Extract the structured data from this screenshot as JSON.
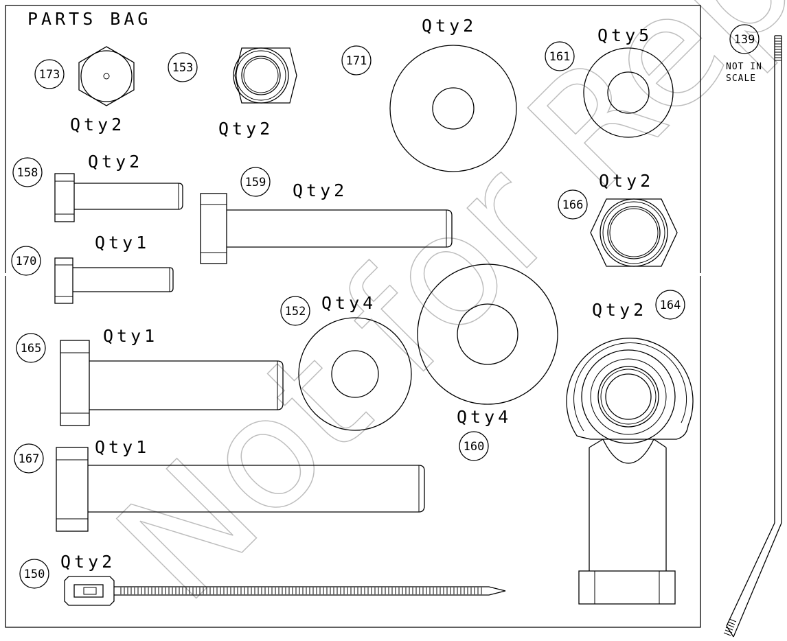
{
  "title": "PARTS BAG",
  "watermark": "Not for Repro",
  "scale_note": [
    "NOT IN",
    "SCALE"
  ],
  "parts": [
    {
      "id": "173",
      "qty": "Qty2"
    },
    {
      "id": "153",
      "qty": "Qty2"
    },
    {
      "id": "171",
      "qty": "Qty2"
    },
    {
      "id": "161",
      "qty": "Qty5"
    },
    {
      "id": "139",
      "qty": ""
    },
    {
      "id": "158",
      "qty": "Qty2"
    },
    {
      "id": "159",
      "qty": "Qty2"
    },
    {
      "id": "166",
      "qty": "Qty2"
    },
    {
      "id": "170",
      "qty": "Qty1"
    },
    {
      "id": "152",
      "qty": "Qty4"
    },
    {
      "id": "164",
      "qty": "Qty2"
    },
    {
      "id": "165",
      "qty": "Qty1"
    },
    {
      "id": "160",
      "qty": "Qty4"
    },
    {
      "id": "167",
      "qty": "Qty1"
    },
    {
      "id": "150",
      "qty": "Qty2"
    }
  ]
}
